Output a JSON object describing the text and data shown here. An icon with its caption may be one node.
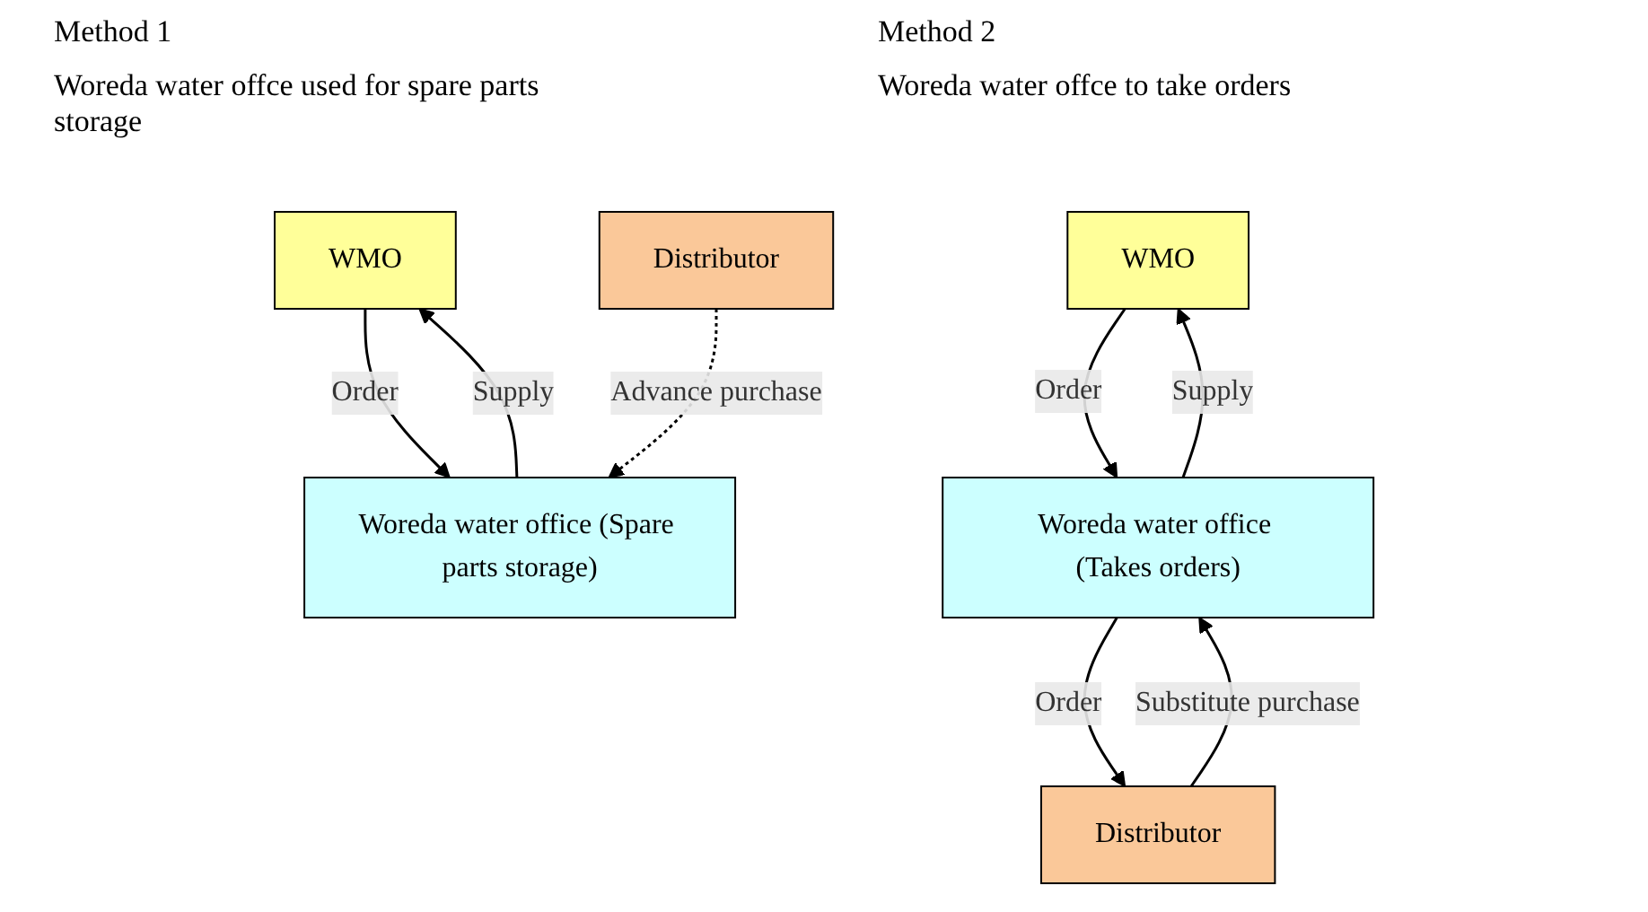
{
  "diagram": {
    "nodes": [
      {
        "text": [
          "WMO"
        ]
      },
      {
        "text": [
          "Woreda water office (Spare parts storage)"
        ]
      },
      {
        "text": [
          "Distributor"
        ]
      },
      {
        "text": [
          "WMO"
        ]
      },
      {
        "text": [
          "Woreda water office (Takes orders)"
        ]
      },
      {
        "text": [
          "Distributor"
        ]
      }
    ],
    "edges": [
      {
        "from": 0,
        "to": 1,
        "arrow": "to",
        "label": "Order"
      },
      {
        "from": 1,
        "to": 0,
        "arrow": "to",
        "label": "Supply"
      },
      {
        "from": 2,
        "to": 1,
        "arrow": "to",
        "label": "Advance purchase",
        "style": "dashed"
      },
      {
        "from": 3,
        "to": 4,
        "arrow": "to",
        "label": "Order"
      },
      {
        "from": 4,
        "to": 3,
        "arrow": "to",
        "label": "Supply"
      },
      {
        "from": 4,
        "to": 5,
        "arrow": "to",
        "label": "Order"
      },
      {
        "from": 5,
        "to": 4,
        "arrow": "to",
        "label": "Substitute purchase"
      }
    ],
    "labels": [
      "Method 1",
      "Woreda water offce used for spare parts storage",
      "Method 2",
      "Woreda water offce to take orders"
    ]
  }
}
